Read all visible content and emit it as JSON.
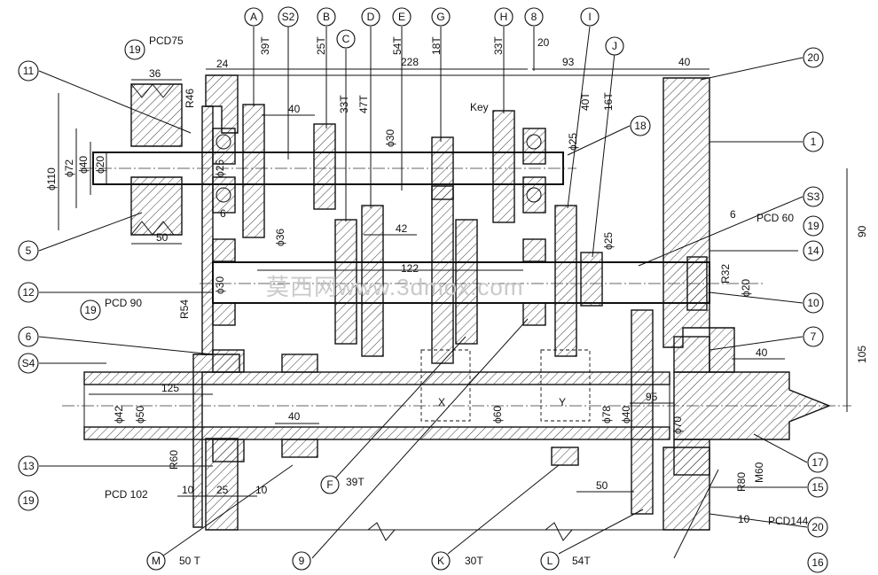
{
  "bubbles": [
    "A",
    "S2",
    "B",
    "C",
    "D",
    "E",
    "G",
    "H",
    "8",
    "I",
    "J",
    "20",
    "1",
    "18",
    "S3",
    "19",
    "14",
    "10",
    "7",
    "17",
    "15",
    "20",
    "16",
    "L",
    "K",
    "9",
    "F",
    "M",
    "19",
    "13",
    "S4",
    "6",
    "19",
    "12",
    "5",
    "11",
    "19"
  ],
  "teeth": [
    "39T",
    "25T",
    "33T",
    "47T",
    "54T",
    "18T",
    "33T",
    "40T",
    "16T",
    "39T",
    "30T",
    "54T",
    "50 T"
  ],
  "dims": [
    "24",
    "228",
    "93",
    "40",
    "36",
    "R46",
    "40",
    "ϕ110",
    "ϕ72",
    "ϕ40",
    "ϕ20",
    "ϕ25",
    "50",
    "6",
    "ϕ30",
    "ϕ25",
    "ϕ36",
    "42",
    "122",
    "ϕ25",
    "6",
    "R32",
    "ϕ20",
    "90",
    "105",
    "40",
    "R54",
    "ϕ30",
    "125",
    "ϕ42",
    "ϕ50",
    "40",
    "95",
    "ϕ60",
    "ϕ78",
    "ϕ40",
    "ϕ70",
    "R60",
    "10",
    "25",
    "10",
    "50",
    "R80",
    "M60",
    "10",
    "20"
  ],
  "labels": {
    "pcd75": "PCD75",
    "pcd90": "PCD 90",
    "pcd60": "PCD 60",
    "pcd102": "PCD 102",
    "pcd144": "PCD144",
    "key": "Key",
    "x": "X",
    "y": "Y"
  },
  "watermark": "莫西网www.3dmox.com"
}
